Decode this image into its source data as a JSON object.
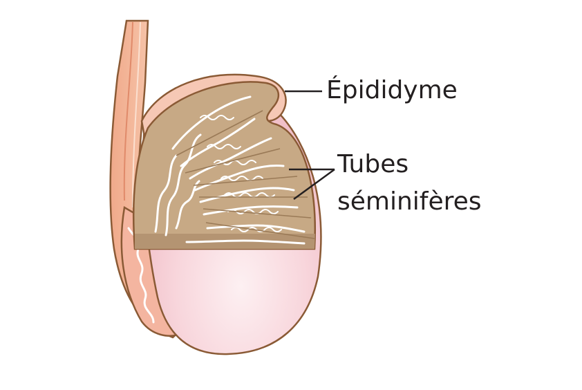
{
  "labels": {
    "epididymis": "Épididyme",
    "tubules_line1": "Tubes",
    "tubules_line2": "séminifères"
  },
  "colors": {
    "skin_outline": "#8a5a35",
    "cord": "#f2b79b",
    "cord_dark": "#e6977a",
    "testis_fill": "#f7d0d6",
    "testis_highlight": "#fdf0f1",
    "epididymis": "#f5c6b4",
    "lobule_fill": "#c4a785",
    "lobule_dark": "#a88762",
    "tubule_line": "#ffffff",
    "leader_line": "#231f20"
  }
}
